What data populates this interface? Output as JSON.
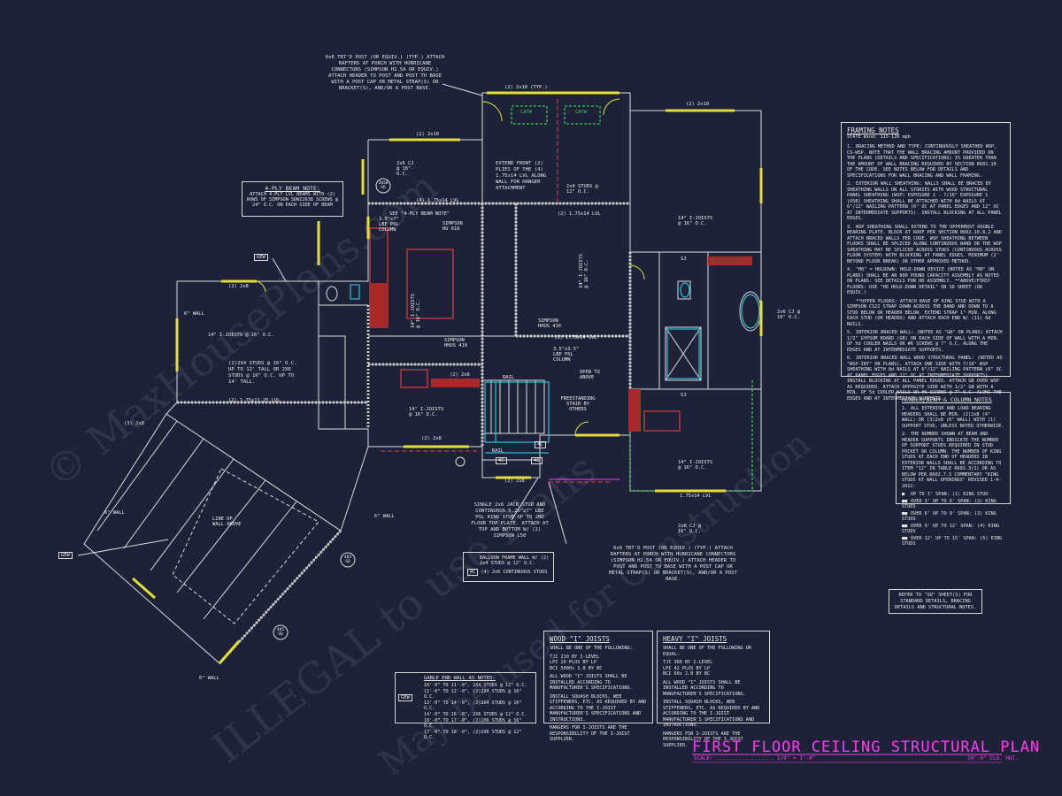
{
  "title": {
    "main": "FIRST FLOOR CEILING STRUCTURAL PLAN",
    "scale": "SCALE: .................. 1/4\" = 1'-0\"",
    "ceiling": "10'-0\" CLG. HGT."
  },
  "watermark": {
    "line1": "© MaxHousePlans.com",
    "line2": "ILLEGAL to use Plans",
    "line3": "May be used for Construction"
  },
  "framing_notes": {
    "title": "FRAMING NOTES",
    "subtitle": "STATE Wind: 115-120 mph",
    "items": [
      {
        "n": "1.",
        "t": "BRACING METHOD AND TYPE: CONTINUOUSLY SHEATHED WSP, CS-WSP. NOTE THAT THE WALL BRACING AMOUNT PROVIDED ON THE PLANS (DETAILS AND SPECIFICATIONS) IS GREATER THAN THE AMOUNT OF WALL BRACING REQUIRED BY SECTION R602.10 OF THE CODE. SEE NOTES BELOW FOR DETAILS AND SPECIFICATIONS FOR WALL BRACING AND WALL FRAMING."
      },
      {
        "n": "2.",
        "t": "EXTERIOR WALL SHEATHING: WALLS SHALL BE BRACED BY SHEATHING WALLS ON ALL STORIES WITH WOOD STRUCTURAL PANEL SHEATHING (WSP) EXPOSURE 1 - 7/16\" EXPOSURE 1 (OSB) SHEATHING SHALL BE ATTACHED WITH 8d NAILS AT 6\"/12\" NAILING PATTERN (6\" OC AT PANEL EDGES AND 12\" OC AT INTERMEDIATE SUPPORTS). INSTALL BLOCKING AT ALL PANEL EDGES."
      },
      {
        "n": "3.",
        "t": "WSP SHEATHING SHALL EXTEND TO THE UPPERMOST DOUBLE BEARING PLATE. BLOCK AT ROOF PER SECTION R602.10.8.2 AND ATTACH BRACED WALLS PER CODE. WSP SHEATHING BETWEEN FLOORS SHALL BE SPLICED ALONG CONTINUOUS BAND OR THE WSP SHEATHING MAY BE SPLICED ACROSS STUDS (CONTINUOUS ACROSS FLOOR SYSTEM) WITH BLOCKING AT PANEL EDGES. MINIMUM (2' BEYOND FLOOR BREAK) OR OTHER APPROVED METHOD."
      },
      {
        "n": "4.",
        "t": "\"HD\" = HOLDOWN: HOLD-DOWN DEVICE (NOTED AS \"HD\" ON PLANS) SHALL BE AN 800 POUND CAPACITY ASSEMBLY AS NOTED ON PLANS. SEE DETAILS FOR HD ASSEMBLY. **ABOVE/FIRST FLOORS: USE \"HD HOLD-DOWN DETAIL\" ON SD SHEET (OR EQUIV.)"
      },
      {
        "n": "",
        "t": "**UPPER FLOORS: ATTACH BASE OF KING STUD WITH A SIMPSON CS22 STRAP DOWN ACROSS THE BAND AND DOWN TO A STUD BELOW OR HEADER BELOW. EXTEND STRAP 1\" MIN. ALONG EACH STUD (OR HEADER) AND ATTACH EACH END W/ (11) 8d NAILS."
      },
      {
        "n": "5.",
        "t": "INTERIOR BRACED WALL: (NOTED AS \"GB\" ON PLANS) ATTACH 1/2\" GYPSUM BOARD (GB) ON EACH SIDE OF WALL WITH A MIN. OF 5d COOLER NAILS OR #6 SCREWS @ 7\" O.C. ALONG THE EDGES AND AT INTERMEDIATE SUPPORTS."
      },
      {
        "n": "6.",
        "t": "INTERIOR BRACED WALL WOOD STRUCTURAL PANEL: (NOTED AS \"WSP-INT\" ON PLANS), ATTACH ONE SIDE WITH 7/16\" WSP SHEATHING WITH 8d NAILS AT 6\"/12\" NAILING PATTERN (6\" OC AT PANEL EDGES AND 12\" OC AT INTERMEDIATE SUPPORTS). INSTALL BLOCKING AT ALL PANEL EDGES. ATTACH GB OVER WSP AS REQUIRED. ATTACH OPPOSITE SIDE WITH 1/2\" GB WITH A MIN. OF 5d COOLER NAILS OR #6 SCREWS @ 7\" O.C. ALONG THE EDGES AND AT INTERMEDIATE SUPPORTS."
      }
    ]
  },
  "header_notes": {
    "title": "HEADER/BEAM & COLUMN NOTES",
    "items": [
      {
        "n": "1.",
        "t": "ALL EXTERIOR AND LOAD BEARING HEADERS SHALL BE MIN. (2)2x8 (4\" WALL) OR (3)2x8 (6\" WALL) WITH (1) SUPPORT STUD, UNLESS NOTED OTHERWISE."
      },
      {
        "n": "2.",
        "t": "THE NUMBER SHOWN AT BEAM AND HEADER SUPPORTS INDICATE THE NUMBER OF SUPPORT STUDS REQUIRED IN STUD POCKET OR COLUMN. THE NUMBER OF KING STUDS AT EACH END OF HEADERS IN EXTERIOR WALLS SHALL BE ACCORDING TO ITEM \"12\" IN TABLE R602.3(1) OR AS BELOW PER R602.7.5 COMMENTARY \"KING STUDS AT WALL OPENINGS\" REVISED 1-4-2022:"
      }
    ],
    "king_studs": [
      {
        "m": "■",
        "t": "UP TO 3' SPAN: (1) KING STUD"
      },
      {
        "m": "■■",
        "t": "OVER 3' UP TO 6' SPAN: (2) KING STUDS"
      },
      {
        "m": "■■",
        "t": "OVER 6' UP TO 9' SPAN: (3) KING STUDS"
      },
      {
        "m": "■■",
        "t": "OVER 9' UP TO 12' SPAN: (4) KING STUDS"
      },
      {
        "m": "■■",
        "t": "OVER 12' UP TO 15' SPAN: (5) KING STUDS"
      }
    ]
  },
  "refer_note": {
    "text": "REFER TO \"SD\" SHEET(S) FOR STANDARD DETAILS, BRACING DETAILS AND STRUCTURAL NOTES."
  },
  "gable_box": {
    "title": "GABLE END WALL AS NOTED:",
    "tag": "GEW",
    "rows": [
      "10'-0\" TO 11'-0\", 2X4 STUDS @ 12\" O.C.",
      "11'-0\" TO 12'-0\", (2)2X4 STUDS @ 16\" O.C.",
      "12'-0\" TO 14'-0\", (2)2X4 STUDS @ 16\" O.C.",
      "14'-0\" TO 16'-0\", 2X6 STUDS @ 12\" O.C.",
      "16'-0\" TO 17'-0\", (2)2X6 STUDS @ 16\" O.C.",
      "17'-0\" TO 18'-0\", (2)2X6 STUDS @ 12\" O.C."
    ]
  },
  "wood_joists": {
    "title": "WOOD \"I\" JOISTS",
    "lead": "SHALL BE ONE OF THE FOLLOWING:",
    "list": [
      "TJI 210 BY I-LEVEL",
      "LPI 20 PLUS BY LP",
      "BCI 5000s 1.8 BY BC"
    ],
    "items": [
      "ALL WOOD \"I\" JOISTS SHALL BE INSTALLED ACCORDING TO MANUFACTURER'S SPECIFICATIONS.",
      "INSTALL SQUASH BLOCKS, WEB STIFFENERS, ETC. AS REQUIRED BY AND ACCORDING TO THE I-JOIST MANUFACTURER'S SPECIFICATIONS AND INSTRUCTIONS.",
      "HANGERS FOR I-JOISTS ARE THE RESPONSIBILITY OF THE I-JOIST SUPPLIER."
    ]
  },
  "heavy_joists": {
    "title": "HEAVY \"I\" JOISTS",
    "lead": "SHALL BE ONE OF THE FOLLOWING OR EQUAL:",
    "list": [
      "TJI 360 BY I-LEVEL",
      "LPI 42 PLUS BY LP",
      "BCI 60s 2.0 BY BC"
    ],
    "items": [
      "ALL WOOD \"I\" JOISTS SHALL BE INSTALLED ACCORDING TO MANUFACTURER'S SPECIFICATIONS.",
      "INSTALL SQUASH BLOCKS, WEB STIFFENERS, ETC. AS REQUIRED BY AND ACCORDING TO THE I-JOIST MANUFACTURER'S SPECIFICATIONS AND INSTRUCTIONS.",
      "HANGERS FOR I-JOISTS ARE THE RESPONSIBILITY OF THE I-JOIST SUPPLIER."
    ]
  },
  "legend": {
    "balloon": "BALLOON FRAME WALL W/ (2) 2x4 STUDS @ 12\" O.C.",
    "ac_tag": "4C",
    "ac": "(4) 2x6 CONTINUOUS STUDS"
  },
  "notes": {
    "top_post": "6x6 TRT'D POST (OR EQUIV.) (TYP.) ATTACH RAFTERS AT PORCH WITH HURRICANE CONNECTORS (SIMPSON H2.5A OR EQUIV.) ATTACH HEADER TO POST AND POST TO BASE WITH A POST CAP OR METAL STRAP(S) OR BRACKET(S), AND/OR A POST BASE.",
    "bottom_post": "6x6 TRT'D POST (OR EQUIV.) (TYP.) ATTACH RAFTERS AT PORCH WITH HURRICANE CONNECTORS (SIMPSON H2.5A OR EQUIV.) ATTACH HEADER TO POST AND POST TO BASE WITH A POST CAP OR METAL STRAP(S) OR BRACKET(S), AND/OR A POST BASE.",
    "beam_note_title": "4-PLY BEAM NOTE:",
    "beam_note": "ATTACH 4-PLY LVL BEAMS WITH (2) ROWS OF SIMPSON SDW22638 SCREWS @ 24\" O.C. ON EACH SIDE OF BEAM",
    "extend_front": "EXTEND FRONT (2) PLIES OF THE (4) 1.75x14 LVL ALONG WALL FOR HANGER ATTACHMENT",
    "jack_stud": "SINGLE 2x6 JACK STUD AND CONTINUOUS 5.25\"x7\" LBE PSL KING STUD UP TO 2ND FLOOR TOP PLATE. ATTACH AT TOP AND BOTTOM W/ (2) SIMPSON L50",
    "studs_note": "(2)2X4 STUDS @ 16\" O.C. UP TO 12' TALL OR 2X6 STUDS @ 16\" O.C. UP TO 14' TALL.",
    "line_of_wall": "LINE OF WALL ABOVE",
    "psl_col": "3.5\"x7\" LBE PSL COLUMN",
    "psl_col2": "3.5\"x3.5\" LBE PSL COLUMN",
    "see_beam": "SEE \"4-PLY BEAM NOTE\"",
    "open_above": "OPEN TO ABOVE",
    "stair": "FREESTANDING STAIR BY OTHERS",
    "simpson_hh": "SIMPSON HU 616",
    "simpson_410": "SIMPSON HHUS 410",
    "simpson_410b": "SIMPSON HHUS 410",
    "catw": "CATW"
  },
  "labels": {
    "j14_a": "14\" I-JOISTS @ 16\" O.C.",
    "j14_b": "14\" I-JOISTS @ 16\" O.C.",
    "j14_c": "14\" I-JOISTS @ 16\" O.C.",
    "j14_d": "14\" I-JOISTS @ 16\" O.C.",
    "j14_e": "14\" I-JOISTS @ 16\" O.C.",
    "j14_f": "14\" I-JOISTS @ 16\" O.C.",
    "lvl_a": "(4) 1.75x14 LVL",
    "lvl_b": "(2) 1.75x14 LVL",
    "lvl_c": "(2) 1.75x14 LVL",
    "lvl_d": "(2) 1.75x11.25 LVL",
    "lvl_e": "1.75x14 LVL",
    "hdr_a": "(2) 2x10 (TYP.)",
    "hdr_b": "(2) 2x10",
    "hdr_c": "(2) 2x10",
    "hdr_d": "(2) 2x8",
    "hdr_e": "(2) 2x8",
    "hdr_f": "(2) 2x8",
    "hdr_g": "(3) 2x8",
    "hdr_h": "(2) 2x6",
    "studs_24": "2x4 STUDS @ 12\" O.C.",
    "wall6_a": "6\" WALL",
    "wall6_b": "6\" WALL",
    "wall6_c": "6\" WALL",
    "wall6_d": "6\" WALL",
    "gew_a": "GEW",
    "gew_b": "GEW",
    "sj_a": "SJ",
    "sj_b": "SJ",
    "stair_rail": "RAIL",
    "stair_rail2": "RAIL",
    "tag_4c_a": "4C",
    "tag_4c_b": "4C",
    "tag_4c_c": "4C",
    "cj_a": "2x6 CJ @ 16\" O.C.",
    "cj_b": "2x6 CJ @ 16\" O.C.",
    "cj_c": "2x6 CJ @ 16\" O.C.",
    "s_tag": "405 SD",
    "s_tag2": "405 SD",
    "s_tag3": "205B SD"
  }
}
